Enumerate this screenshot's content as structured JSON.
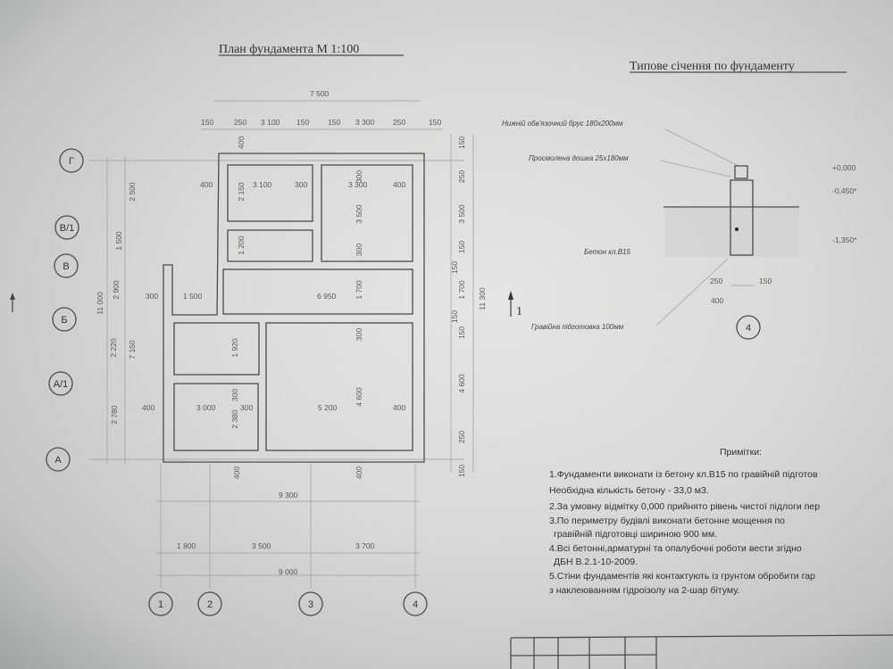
{
  "plan": {
    "title": "План фундамента  М 1:100",
    "top_total": "7 500",
    "top_dims": [
      "150",
      "250",
      "3 100",
      "150",
      "150",
      "3 300",
      "250",
      "150"
    ],
    "axes_rows": [
      "Г",
      "В/1",
      "В",
      "Б",
      "А/1",
      "А"
    ],
    "axes_cols": [
      "1",
      "2",
      "3",
      "4"
    ],
    "left_dims": [
      "2 500",
      "1 500",
      "2 900",
      "11 000",
      "2 220",
      "7 150",
      "2 780"
    ],
    "inner_dims": [
      "400",
      "400",
      "2 150",
      "3 100",
      "300",
      "3 300",
      "300",
      "400",
      "3 500",
      "1 200",
      "300",
      "300",
      "1 500",
      "6 950",
      "1 700",
      "1 920",
      "300",
      "400",
      "3 000",
      "300",
      "2 380",
      "300",
      "5 200",
      "4 600",
      "400",
      "400",
      "400"
    ],
    "right_dims": [
      "150",
      "250",
      "3 500",
      "150",
      "150",
      "1 700",
      "150",
      "11 300",
      "150",
      "4 600",
      "250",
      "150"
    ],
    "bottom_dims": [
      "9 300",
      "1 800",
      "3 500",
      "3 700",
      "9 000"
    ],
    "section_marker": "1"
  },
  "section": {
    "title": "Типове січення по фундаменту",
    "labels": [
      "Нижній обв'язочний брус 180х200мм",
      "Просмолена дошка 25х180мм",
      "Бетон кл.В15",
      "Гравійна підготовка 100мм"
    ],
    "levels": [
      "+0,000",
      "-0,450*",
      "-1,350*"
    ],
    "dims": [
      "250",
      "150",
      "400"
    ],
    "axis": "4"
  },
  "notes": {
    "title": "Примітки:",
    "lines": [
      "1.Фундаменти виконати із бетону  кл.В15 по гравійній підготов",
      "Необхідна кількість бетону  - 33,0 м3.",
      "2.За умовну відмітку 0,000 прийнято рівень чистої підлоги пер",
      "3.По периметру будівлі виконати  бетонне мощення  по",
      "  гравійній підготовці шириною 900 мм.",
      "4.Всі бетонні,арматурні та опалубочні роботи вести згідно",
      "   ДБН В.2.1-10-2009.",
      "5.Стіни фундаментів  які контактують із грунтом обробити гар",
      "з наклеюванням гідроізолу на 2-шар бітуму."
    ]
  }
}
